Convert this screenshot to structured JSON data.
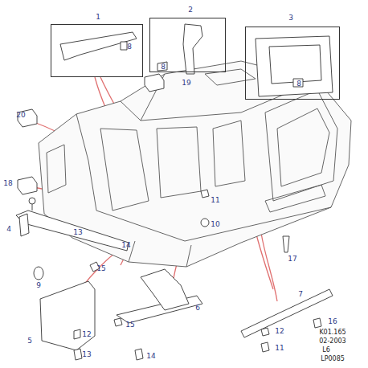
{
  "diagram": {
    "nodes": [
      {
        "text": [
          "1",
          "8"
        ]
      },
      {
        "text": [
          "2",
          "8"
        ]
      },
      {
        "text": [
          "3",
          "8"
        ]
      }
    ],
    "labels": [
      "20",
      "19",
      "18",
      "13",
      "4",
      "14",
      "15",
      "9",
      "5",
      "12",
      "13",
      "6",
      "15",
      "14",
      "11",
      "10",
      "17",
      "7",
      "12",
      "11",
      "16",
      "K01.165",
      "02-2003",
      "L6",
      "LP0085"
    ]
  }
}
